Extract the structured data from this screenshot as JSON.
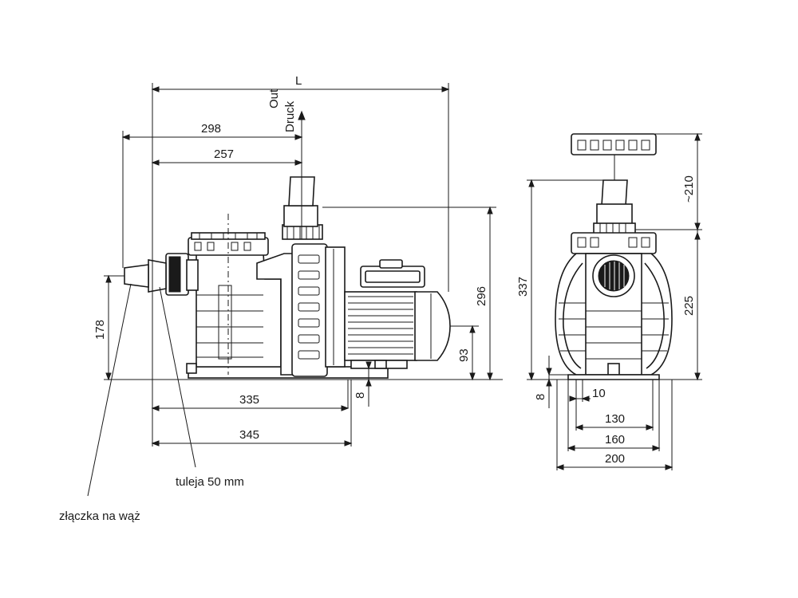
{
  "dimensions": {
    "L": "L",
    "d298": "298",
    "d257": "257",
    "d178": "178",
    "d335": "335",
    "d345": "345",
    "d296": "296",
    "d93": "93",
    "d8_left": "8",
    "d337": "337",
    "d210": "~210",
    "d225": "225",
    "d8_right": "8",
    "d10": "10",
    "d130": "130",
    "d160": "160",
    "d200": "200"
  },
  "labels": {
    "outlet_top": "Out",
    "outlet_bottom": "Druck",
    "sleeve": "tuleja 50 mm",
    "hose_connector": "złączka na wąż"
  }
}
